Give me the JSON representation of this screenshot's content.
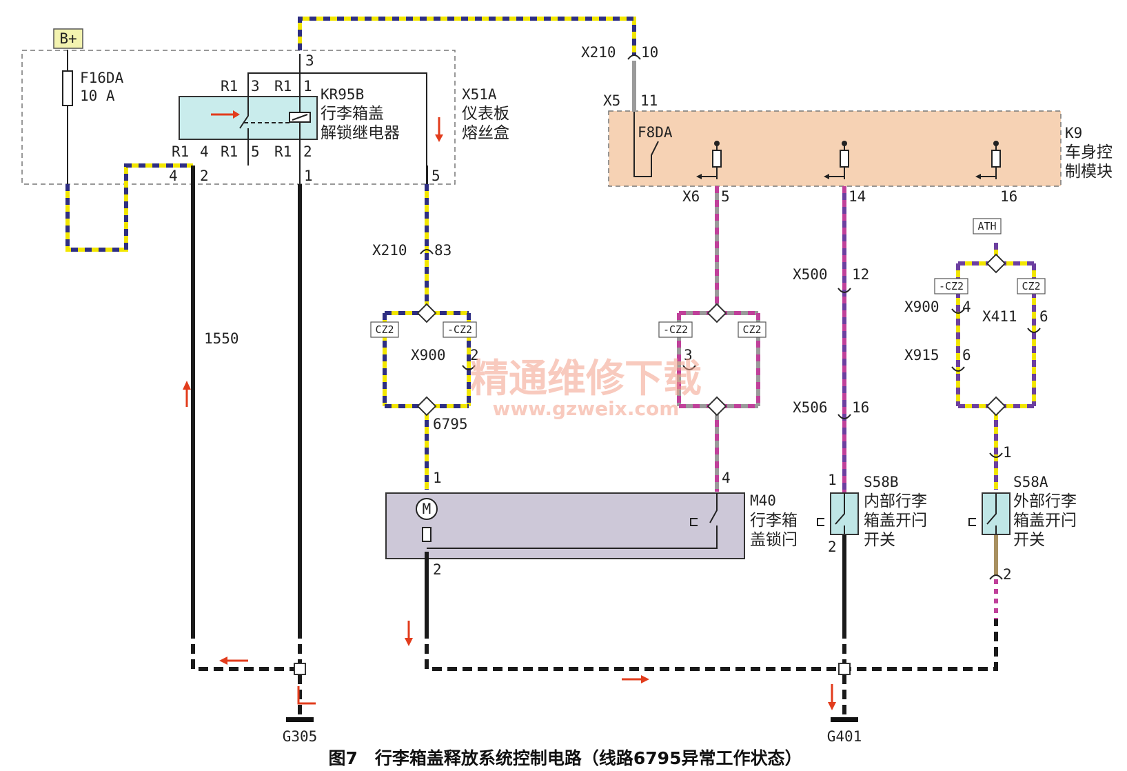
{
  "colors": {
    "yellow": "#f2e600",
    "navy": "#2e2e82",
    "black": "#1a1a1a",
    "gray": "#9a9a9a",
    "magenta": "#c0409a",
    "purple": "#6c3fa0",
    "tan": "#a89060",
    "red": "#e23c1c",
    "bcmFill": "#f6d2b4",
    "relayFill": "#c9ecec",
    "motorFill": "#cdc8d8",
    "switchFill": "#bfe6e6",
    "bplusFill": "#f3f3b0"
  },
  "supply": {
    "bplus": "B+",
    "fuse_id": "F16DA",
    "fuse_rating": "10 A"
  },
  "fusebox": {
    "id": "X51A",
    "name_line1": "仪表板",
    "name_line2": "熔丝盒"
  },
  "relay": {
    "id": "KR95B",
    "name_line1": "行李箱盖",
    "name_line2": "解锁继电器",
    "pins": {
      "r1a": "R1",
      "p3": "3",
      "r1b": "R1",
      "p1": "1",
      "r1c": "R1",
      "p4": "4",
      "r1d": "R1",
      "p5": "5",
      "r1e": "R1",
      "p2": "2"
    }
  },
  "fusebox_pins": {
    "top3": "3",
    "b4": "4",
    "b2": "2",
    "b1": "1",
    "b5": "5"
  },
  "bcm": {
    "id": "K9",
    "name_line1": "车身控",
    "name_line2": "制模块",
    "fuse": "F8DA",
    "top_conn": "X210",
    "top_pin": "10",
    "in_conn": "X5",
    "in_pin": "11",
    "out1_conn": "X6",
    "out1_pin": "5",
    "out2_pin": "14",
    "out3_pin": "16",
    "ath": "ATH"
  },
  "left_harness": {
    "x210": "X210",
    "x210_pin": "83",
    "tag_a": "CZ2",
    "tag_b": "-CZ2",
    "x900": "X900",
    "x900_pin": "2",
    "circuit": "6795"
  },
  "mid_harness": {
    "tag_a": "-CZ2",
    "tag_b": "CZ2",
    "pin": "3"
  },
  "inner_line": {
    "x500": "X500",
    "x500_pin": "12",
    "x506": "X506",
    "x506_pin": "16"
  },
  "outer_line": {
    "tag_a": "-CZ2",
    "tag_b": "CZ2",
    "x900": "X900",
    "x900_pin": "4",
    "x411": "X411",
    "x411_pin": "6",
    "x915": "X915",
    "x915_pin": "6"
  },
  "ground_wire": {
    "circuit": "1550"
  },
  "motor": {
    "id": "M40",
    "name_line1": "行李箱",
    "name_line2": "盖锁闩",
    "symbol": "M",
    "pin1": "1",
    "pin4": "4",
    "pin2": "2"
  },
  "switch_inner": {
    "id": "S58B",
    "name_line1": "内部行李",
    "name_line2": "箱盖开闩",
    "name_line3": "开关",
    "pin1": "1",
    "pin2": "2"
  },
  "switch_outer": {
    "id": "S58A",
    "name_line1": "外部行李",
    "name_line2": "箱盖开闩",
    "name_line3": "开关",
    "pin1": "1",
    "pin2": "2"
  },
  "grounds": {
    "g1": "G305",
    "g2": "G401"
  },
  "watermark": {
    "line1": "精通维修下载",
    "line2": "www.gzweix.com"
  },
  "caption": "图7　行李箱盖释放系统控制电路（线路6795异常工作状态）"
}
